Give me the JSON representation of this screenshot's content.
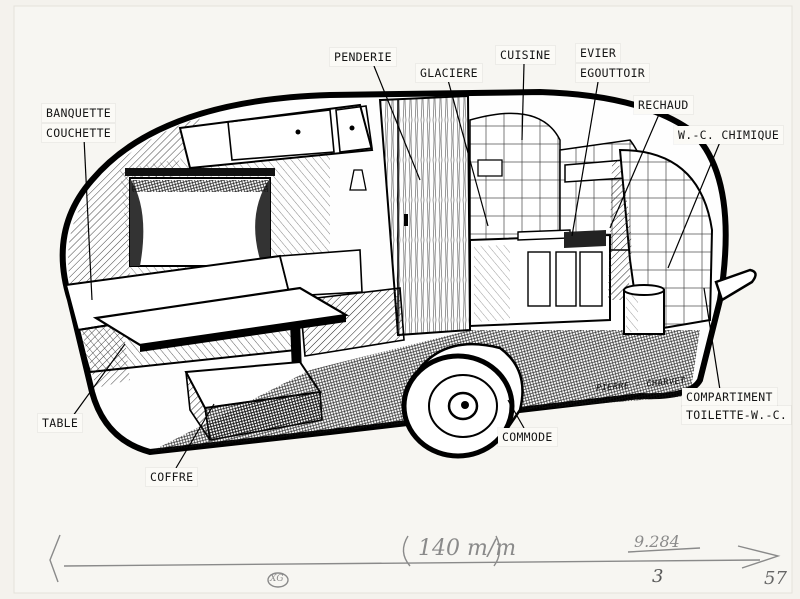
{
  "labels": {
    "penderie": "PENDERIE",
    "glaciere": "GLACIERE",
    "cuisine": "CUISINE",
    "evier": "EVIER",
    "egouttoir": "EGOUTTOIR",
    "rechaud": "RECHAUD",
    "wc_chimique": "W.-C. CHIMIQUE",
    "banquette": "BANQUETTE",
    "couchette": "COUCHETTE",
    "table": "TABLE",
    "coffre": "COFFRE",
    "commode": "COMMODE",
    "compartiment": "COMPARTIMENT",
    "toilette_wc": "TOILETTE-W.-C."
  },
  "signature": "PIERRE - CHARVET",
  "pencil_notes": {
    "width": "140 m/m",
    "ref": "9.284",
    "number": "3",
    "corner": "57",
    "circled": "XG"
  }
}
